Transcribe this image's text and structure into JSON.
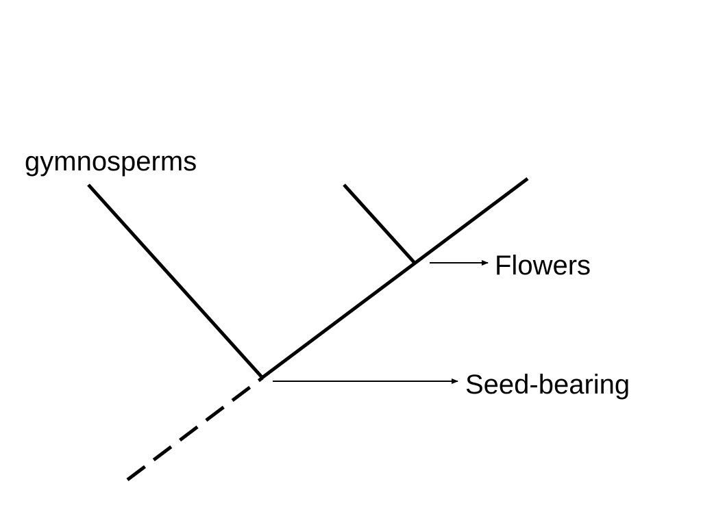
{
  "diagram": {
    "taxon_label": "gymnosperms",
    "traits": [
      {
        "label": "Flowers"
      },
      {
        "label": "Seed-bearing"
      }
    ],
    "colors": {
      "line": "#000000",
      "background": "#ffffff"
    }
  }
}
